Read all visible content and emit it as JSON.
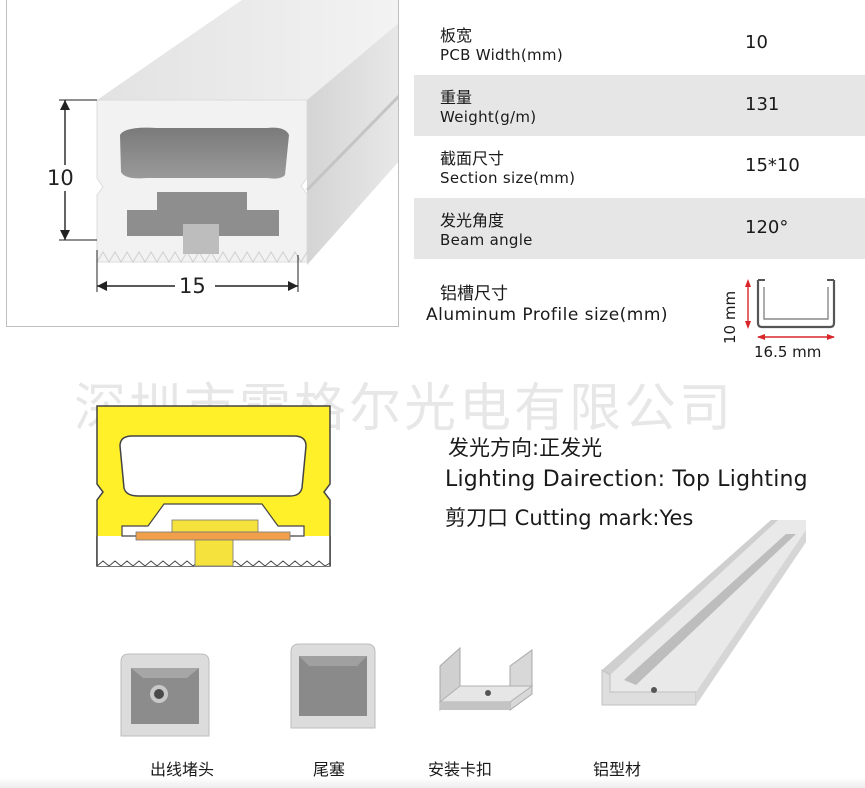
{
  "product_photo": {
    "height_label": "10",
    "width_label": "15"
  },
  "specs": [
    {
      "label_cn": "板宽",
      "label_en": "PCB Width(mm)",
      "value": "10"
    },
    {
      "label_cn": "重量",
      "label_en": "Weight(g/m)",
      "value": "131"
    },
    {
      "label_cn": "截面尺寸",
      "label_en": "Section size(mm)",
      "value": "15*10"
    },
    {
      "label_cn": "发光角度",
      "label_en": "Beam angle",
      "value": "120°"
    }
  ],
  "profile": {
    "label_cn": "铝槽尺寸",
    "label_en": "Aluminum Profile size(mm)",
    "height_label": "10 mm",
    "width_label": "16.5 mm"
  },
  "watermark": "深圳市雷格尔光电有限公司",
  "lighting": {
    "direction_cn": "发光方向:正发光",
    "direction_en": "Lighting Dairection: Top Lighting",
    "cutting": "剪刀口 Cutting mark:Yes"
  },
  "accessories": [
    {
      "label": "出线堵头"
    },
    {
      "label": "尾塞"
    },
    {
      "label": "安装卡扣"
    },
    {
      "label": "铝型材"
    }
  ],
  "colors": {
    "silicone_yellow": "#fff02a",
    "pcb_orange": "#f0a04a",
    "led_yellow": "#f6e23c",
    "row_shade": "#e6e6e6",
    "dim_red": "#d8262b"
  }
}
